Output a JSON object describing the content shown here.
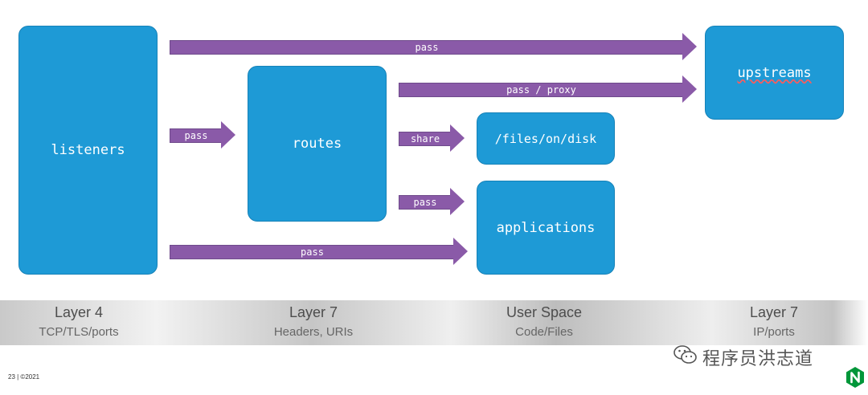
{
  "boxes": {
    "listeners": "listeners",
    "routes": "routes",
    "upstreams": "upstreams",
    "files": "/files/on/disk",
    "applications": "applications"
  },
  "arrows": {
    "listeners_to_upstreams": "pass",
    "routes_to_upstreams": "pass / proxy",
    "listeners_to_routes": "pass",
    "routes_to_files": "share",
    "routes_to_applications": "pass",
    "listeners_to_applications": "pass"
  },
  "layers": [
    {
      "name": "Layer 4",
      "sub": "TCP/TLS/ports"
    },
    {
      "name": "Layer 7",
      "sub": "Headers, URIs"
    },
    {
      "name": "User Space",
      "sub": "Code/Files"
    },
    {
      "name": "Layer 7",
      "sub": "IP/ports"
    }
  ],
  "footer": "23 | ©2021",
  "watermark": "程序员洪志道",
  "colors": {
    "box": "#1e9ad6",
    "arrow": "#8a5aa8",
    "logo": "#009639"
  },
  "icons": {
    "watermark": "wechat-icon",
    "logo": "nginx-logo"
  }
}
